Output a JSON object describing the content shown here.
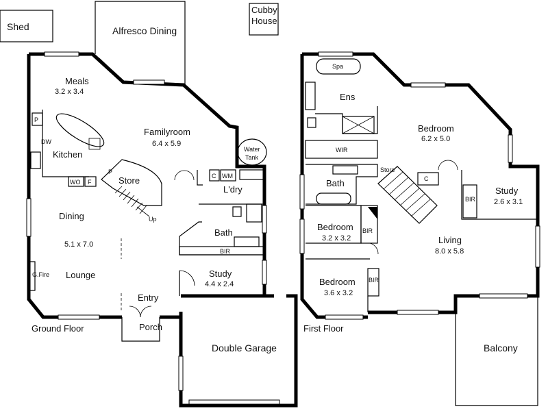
{
  "outbuildings": {
    "shed": "Shed",
    "alfresco": "Alfresco Dining",
    "cubby_line1": "Cubby",
    "cubby_line2": "House"
  },
  "ground_floor": {
    "caption": "Ground Floor",
    "meals": {
      "name": "Meals",
      "dims": "3.2 x 3.4"
    },
    "familyroom": {
      "name": "Familyroom",
      "dims": "6.4 x 5.9"
    },
    "kitchen": "Kitchen",
    "pantry": "P",
    "dw": "DW",
    "wo": "WO",
    "fridge": "F",
    "store_p": "P",
    "store": "Store",
    "up": "Up",
    "water_tank_line1": "Water",
    "water_tank_line2": "Tank",
    "cupboard": "C",
    "wm": "WM",
    "laundry": "L'dry",
    "dining": {
      "name": "Dining",
      "dims": "5.1 x 7.0"
    },
    "bath": "Bath",
    "bir": "BIR",
    "study": {
      "name": "Study",
      "dims": "4.4 x 2.4"
    },
    "gas_fire": "G.Fire",
    "lounge": "Lounge",
    "entry": "Entry",
    "porch": "Porch",
    "garage": "Double Garage"
  },
  "first_floor": {
    "caption": "First Floor",
    "spa": "Spa",
    "ensuite": "Ens",
    "bedroom_main": {
      "name": "Bedroom",
      "dims": "6.2 x 5.0"
    },
    "wir": "WIR",
    "store": "Store",
    "cupboard": "C",
    "bath": "Bath",
    "study": {
      "name": "Study",
      "dims": "2.6 x 3.1"
    },
    "study_bir": "BIR",
    "bedroom_2": {
      "name": "Bedroom",
      "dims": "3.2 x 3.2"
    },
    "bedroom_2_bir": "BIR",
    "living": {
      "name": "Living",
      "dims": "8.0 x 5.8"
    },
    "bedroom_3": {
      "name": "Bedroom",
      "dims": "3.6 x 3.2"
    },
    "bedroom_3_bir": "BIR",
    "balcony": "Balcony"
  }
}
